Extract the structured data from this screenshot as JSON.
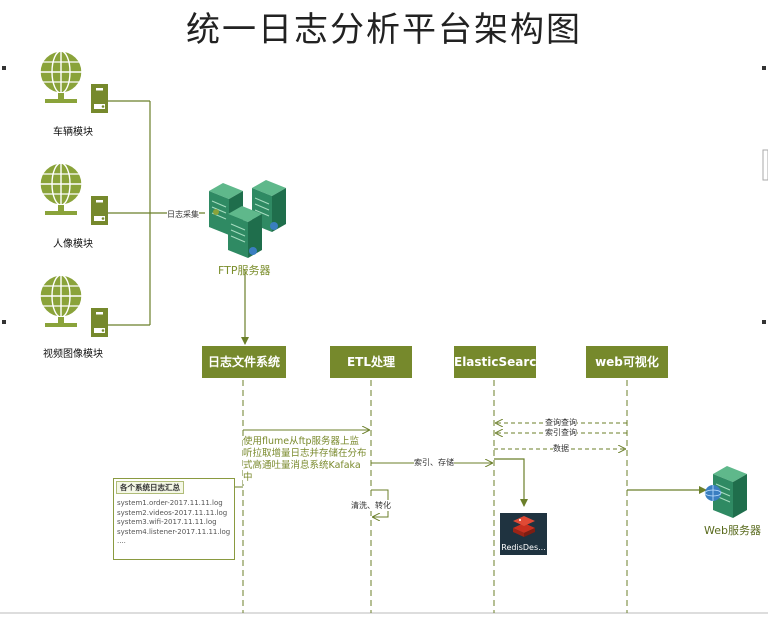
{
  "title": "统一日志分析平台架构图",
  "modules": [
    {
      "label": "车辆模块"
    },
    {
      "label": "人像模块"
    },
    {
      "label": "视频图像模块"
    }
  ],
  "collect_label": "日志采集",
  "ftp_label": "FTP服务器",
  "stages": [
    {
      "label": "日志文件系统"
    },
    {
      "label": "ETL处理"
    },
    {
      "label": "ElasticSearch"
    },
    {
      "label": "web可视化"
    }
  ],
  "note": "使用flume从ftp服务器上监听拉取增量日志并存储在分布式高通吐量消息系统Kafaka中",
  "etl_self_label": "清洗、转化",
  "index_store_label": "索引、存储",
  "query_label_1": "查询查询",
  "query_label_2": "索引查询",
  "data_label": "数据",
  "web_server_label": "Web服务器",
  "redis_label": "RedisDes...",
  "log_summary": {
    "title": "各个系统日志汇总",
    "items": [
      "system1.order-2017.11.11.log",
      "system2.videos-2017.11.11.log",
      "system3.wifi-2017.11.11.log",
      "system4.listener-2017.11.11.log",
      "...."
    ]
  },
  "colors": {
    "accent": "#76892c",
    "line": "#6b7f2a",
    "server": "#2f8a63",
    "globe": "#8aa33a"
  }
}
